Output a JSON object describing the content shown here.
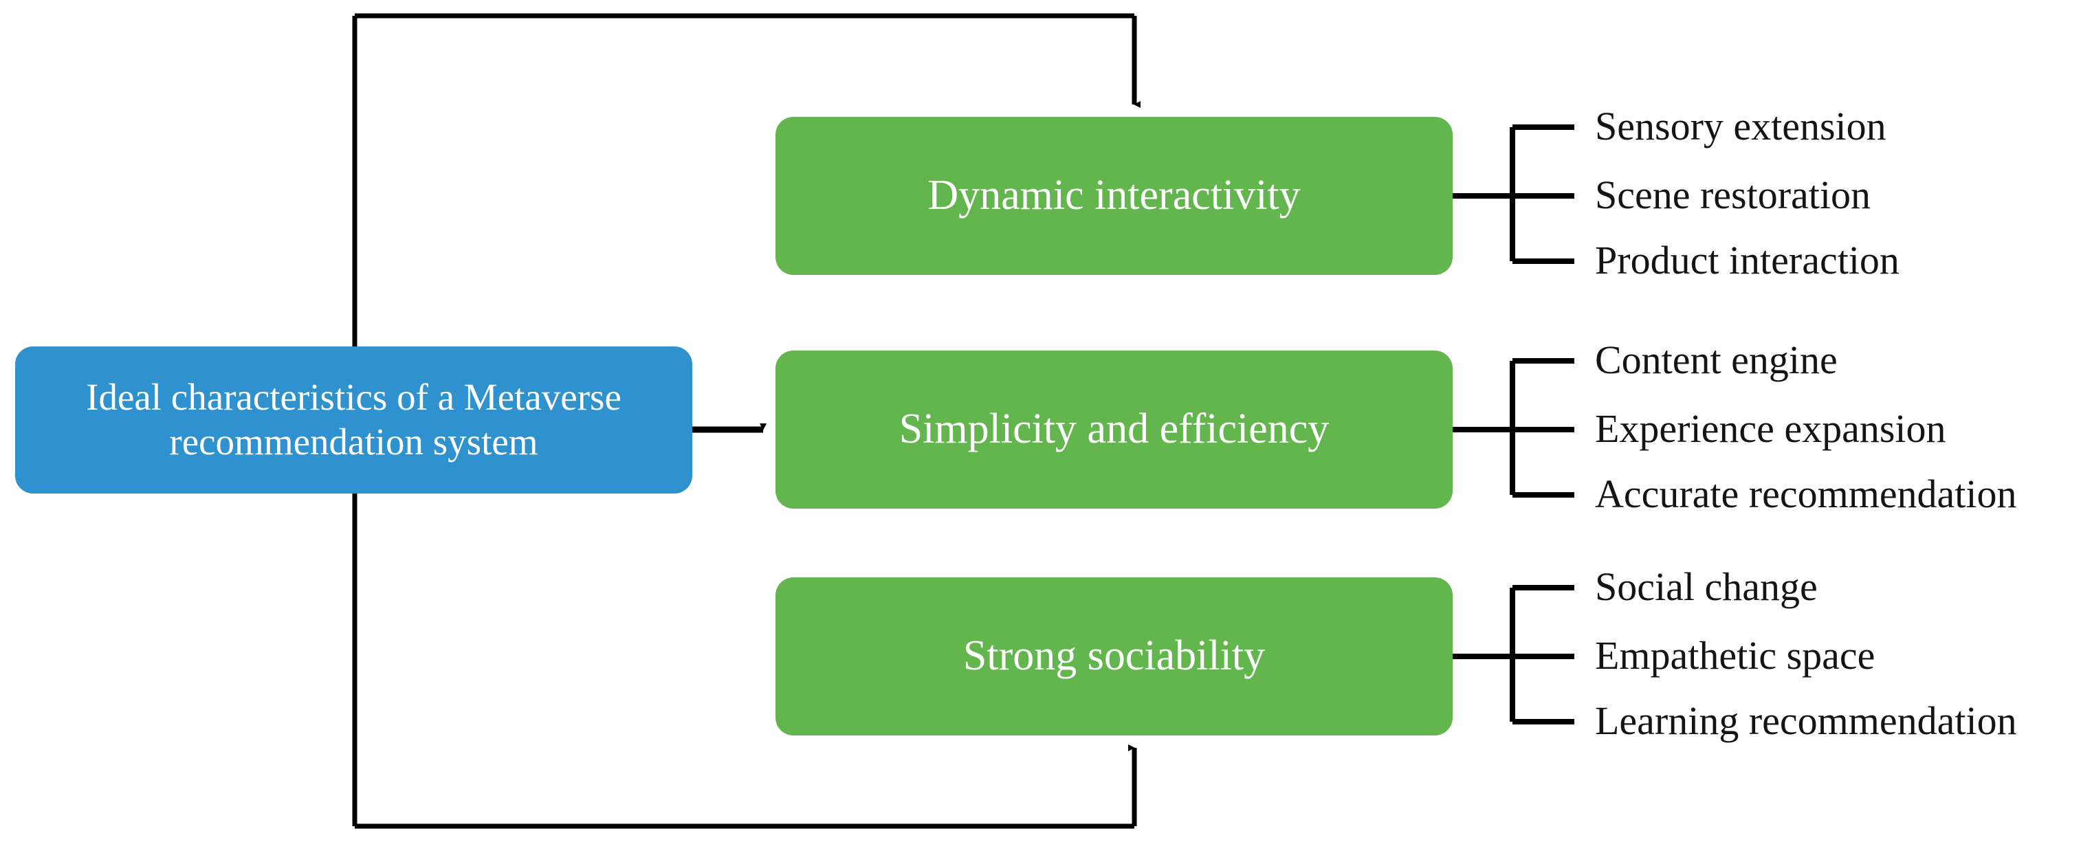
{
  "diagram": {
    "title": "Ideal characteristics of a Metaverse recommendation system",
    "colors": {
      "root_fill": "#2F92CE",
      "branch_fill": "#63B54E",
      "text_on_fill": "#FFFFFF",
      "leaf_text": "#141414",
      "connector": "#000000",
      "background": "#FFFFFF"
    },
    "root": {
      "label_line1": "Ideal characteristics of a Metaverse",
      "label_line2": "recommendation system"
    },
    "branches": [
      {
        "label": "Dynamic interactivity",
        "leaves": [
          "Sensory extension",
          "Scene restoration",
          "Product interaction"
        ]
      },
      {
        "label": "Simplicity and efficiency",
        "leaves": [
          "Content engine",
          "Experience expansion",
          "Accurate recommendation"
        ]
      },
      {
        "label": "Strong sociability",
        "leaves": [
          "Social change",
          "Empathetic space",
          "Learning recommendation"
        ]
      }
    ],
    "connectors": [
      {
        "name": "root-to-dynamic-interactivity",
        "style": "elbow-up-arrow"
      },
      {
        "name": "root-to-simplicity-and-efficiency",
        "style": "straight-arrow"
      },
      {
        "name": "root-to-strong-sociability",
        "style": "elbow-down-arrow"
      }
    ]
  }
}
